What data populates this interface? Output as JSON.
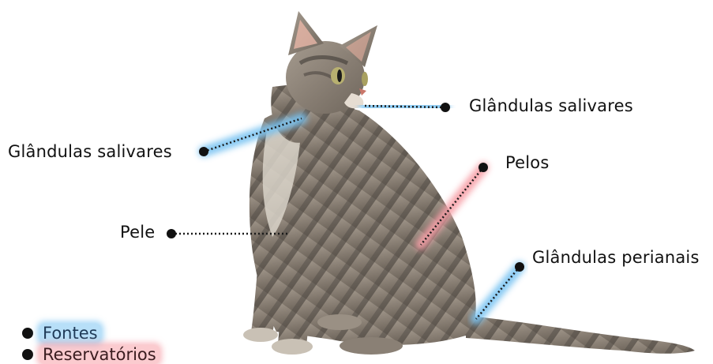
{
  "labels": {
    "salivary_right": "Glândulas salivares",
    "salivary_left": "Glândulas salivares",
    "fur": "Pelos",
    "skin": "Pele",
    "perianal": "Glândulas perianais"
  },
  "legend": {
    "sources": "Fontes",
    "reservoirs": "Reservatórios"
  },
  "colors": {
    "source_glow": "#7cc4f2",
    "reservoir_glow": "#f7a0a8",
    "dot": "#111111",
    "cat_fur": "#8d8377",
    "stripe": "#3e3a36"
  }
}
